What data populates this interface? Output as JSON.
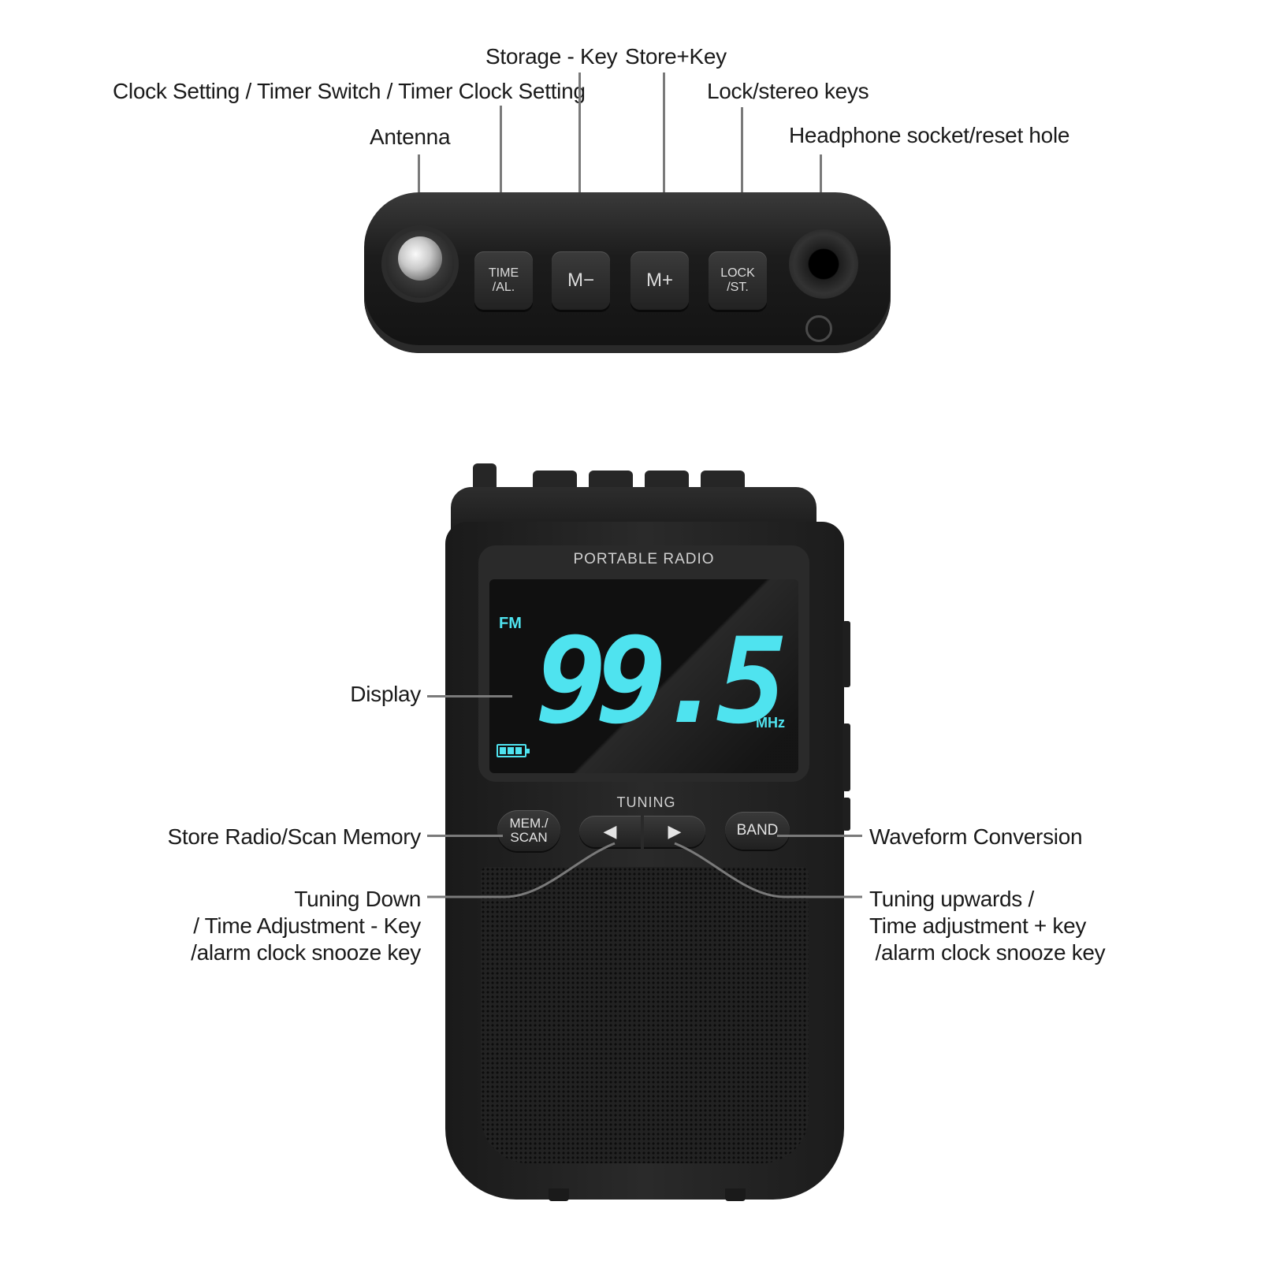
{
  "top_labels": {
    "storage_minus": "Storage - Key",
    "store_plus": "Store+Key",
    "clock_setting": "Clock Setting / Timer Switch / Timer Clock Setting",
    "lock_stereo": "Lock/stereo keys",
    "antenna": "Antenna",
    "headphone": "Headphone socket/reset hole"
  },
  "top_keys": {
    "time": "TIME\n/AL.",
    "m_minus": "M−",
    "m_plus": "M+",
    "lock": "LOCK\n/ST."
  },
  "radio": {
    "brand": "PORTABLE RADIO",
    "band": "FM",
    "frequency": "99.5",
    "unit": "MHz",
    "tuning": "TUNING",
    "mem_scan": "MEM./\nSCAN",
    "band_button": "BAND",
    "left_arrow": "◀",
    "right_arrow": "▶",
    "battery_level": 1.0
  },
  "side_labels": {
    "display": "Display",
    "store_scan": "Store Radio/Scan Memory",
    "tuning_down": "Tuning Down\n/ Time Adjustment - Key\n/alarm clock snooze key",
    "waveform": "Waveform Conversion",
    "tuning_up": "Tuning upwards /\nTime adjustment + key\n /alarm clock snooze key"
  },
  "colors": {
    "lcd": "#4fe3ef",
    "leader": "#7a7a7a",
    "body": "#1f1f1f"
  }
}
